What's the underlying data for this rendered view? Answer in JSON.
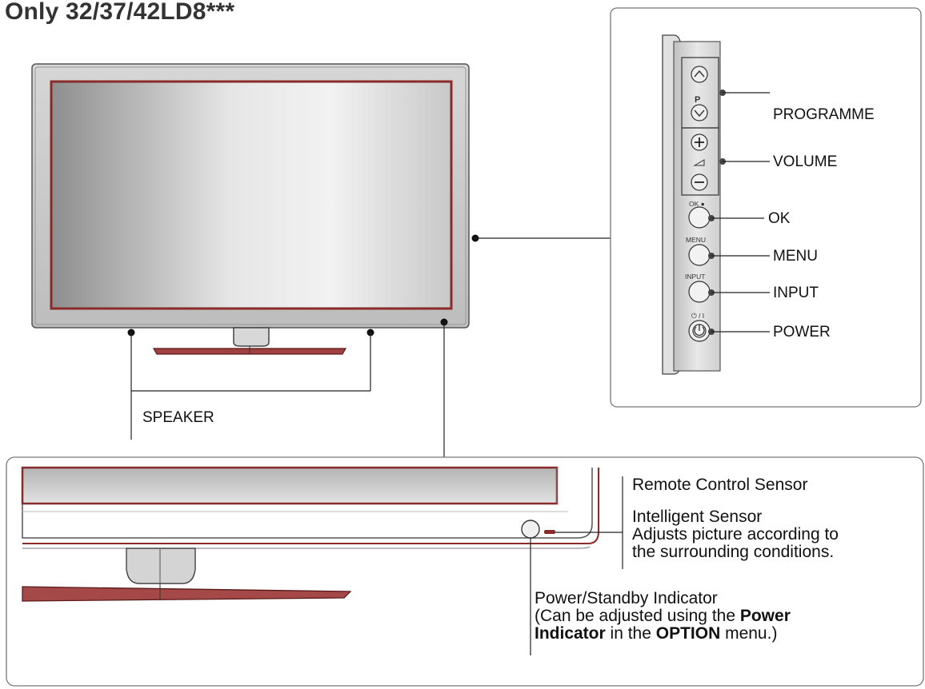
{
  "title": "Only 32/37/42LD8***",
  "side_panel": {
    "button_labels": {
      "programme": "PROGRAMME",
      "volume": "VOLUME",
      "ok": "OK",
      "menu": "MENU",
      "input": "INPUT",
      "power": "POWER"
    },
    "small_marks": {
      "p": "P",
      "ok": "OK ●",
      "menu": "MENU",
      "input": "INPUT",
      "power": "⏻ / I"
    }
  },
  "speaker_label": "SPEAKER",
  "detail": {
    "remote_sensor": "Remote Control Sensor",
    "intelligent_sensor_title": "Intelligent Sensor",
    "intelligent_sensor_desc1": "Adjusts picture according to",
    "intelligent_sensor_desc2": "the surrounding conditions.",
    "standby_title": "Power/Standby Indicator",
    "standby_desc_prefix": "(Can be adjusted using the ",
    "standby_desc_bold1": "Power",
    "standby_desc_bold2": "Indicator",
    "standby_desc_mid": " in the ",
    "standby_desc_bold3": "OPTION",
    "standby_desc_suffix": " menu.)"
  },
  "colors": {
    "bezel": "#c9c9c9",
    "accent_red": "#8b2a2a",
    "line": "#1a1a1a"
  }
}
